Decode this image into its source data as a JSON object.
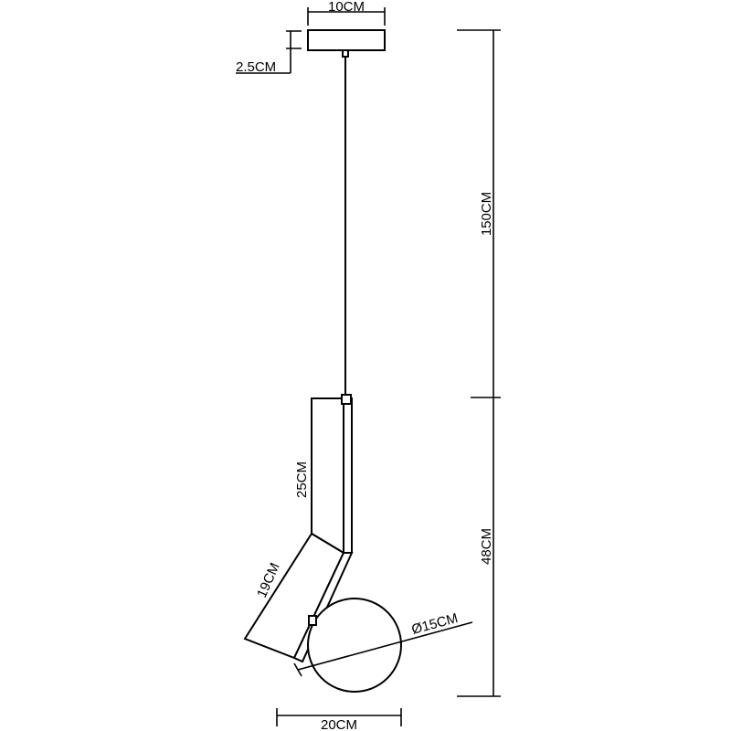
{
  "dimensions": {
    "canopy_width": "10CM",
    "canopy_height": "2.5CM",
    "cable_length": "150CM",
    "upper_arm_length": "25CM",
    "lower_arm_length": "19CM",
    "fixture_height": "48CM",
    "globe_diameter": "Ø15CM",
    "fixture_width": "20CM"
  }
}
